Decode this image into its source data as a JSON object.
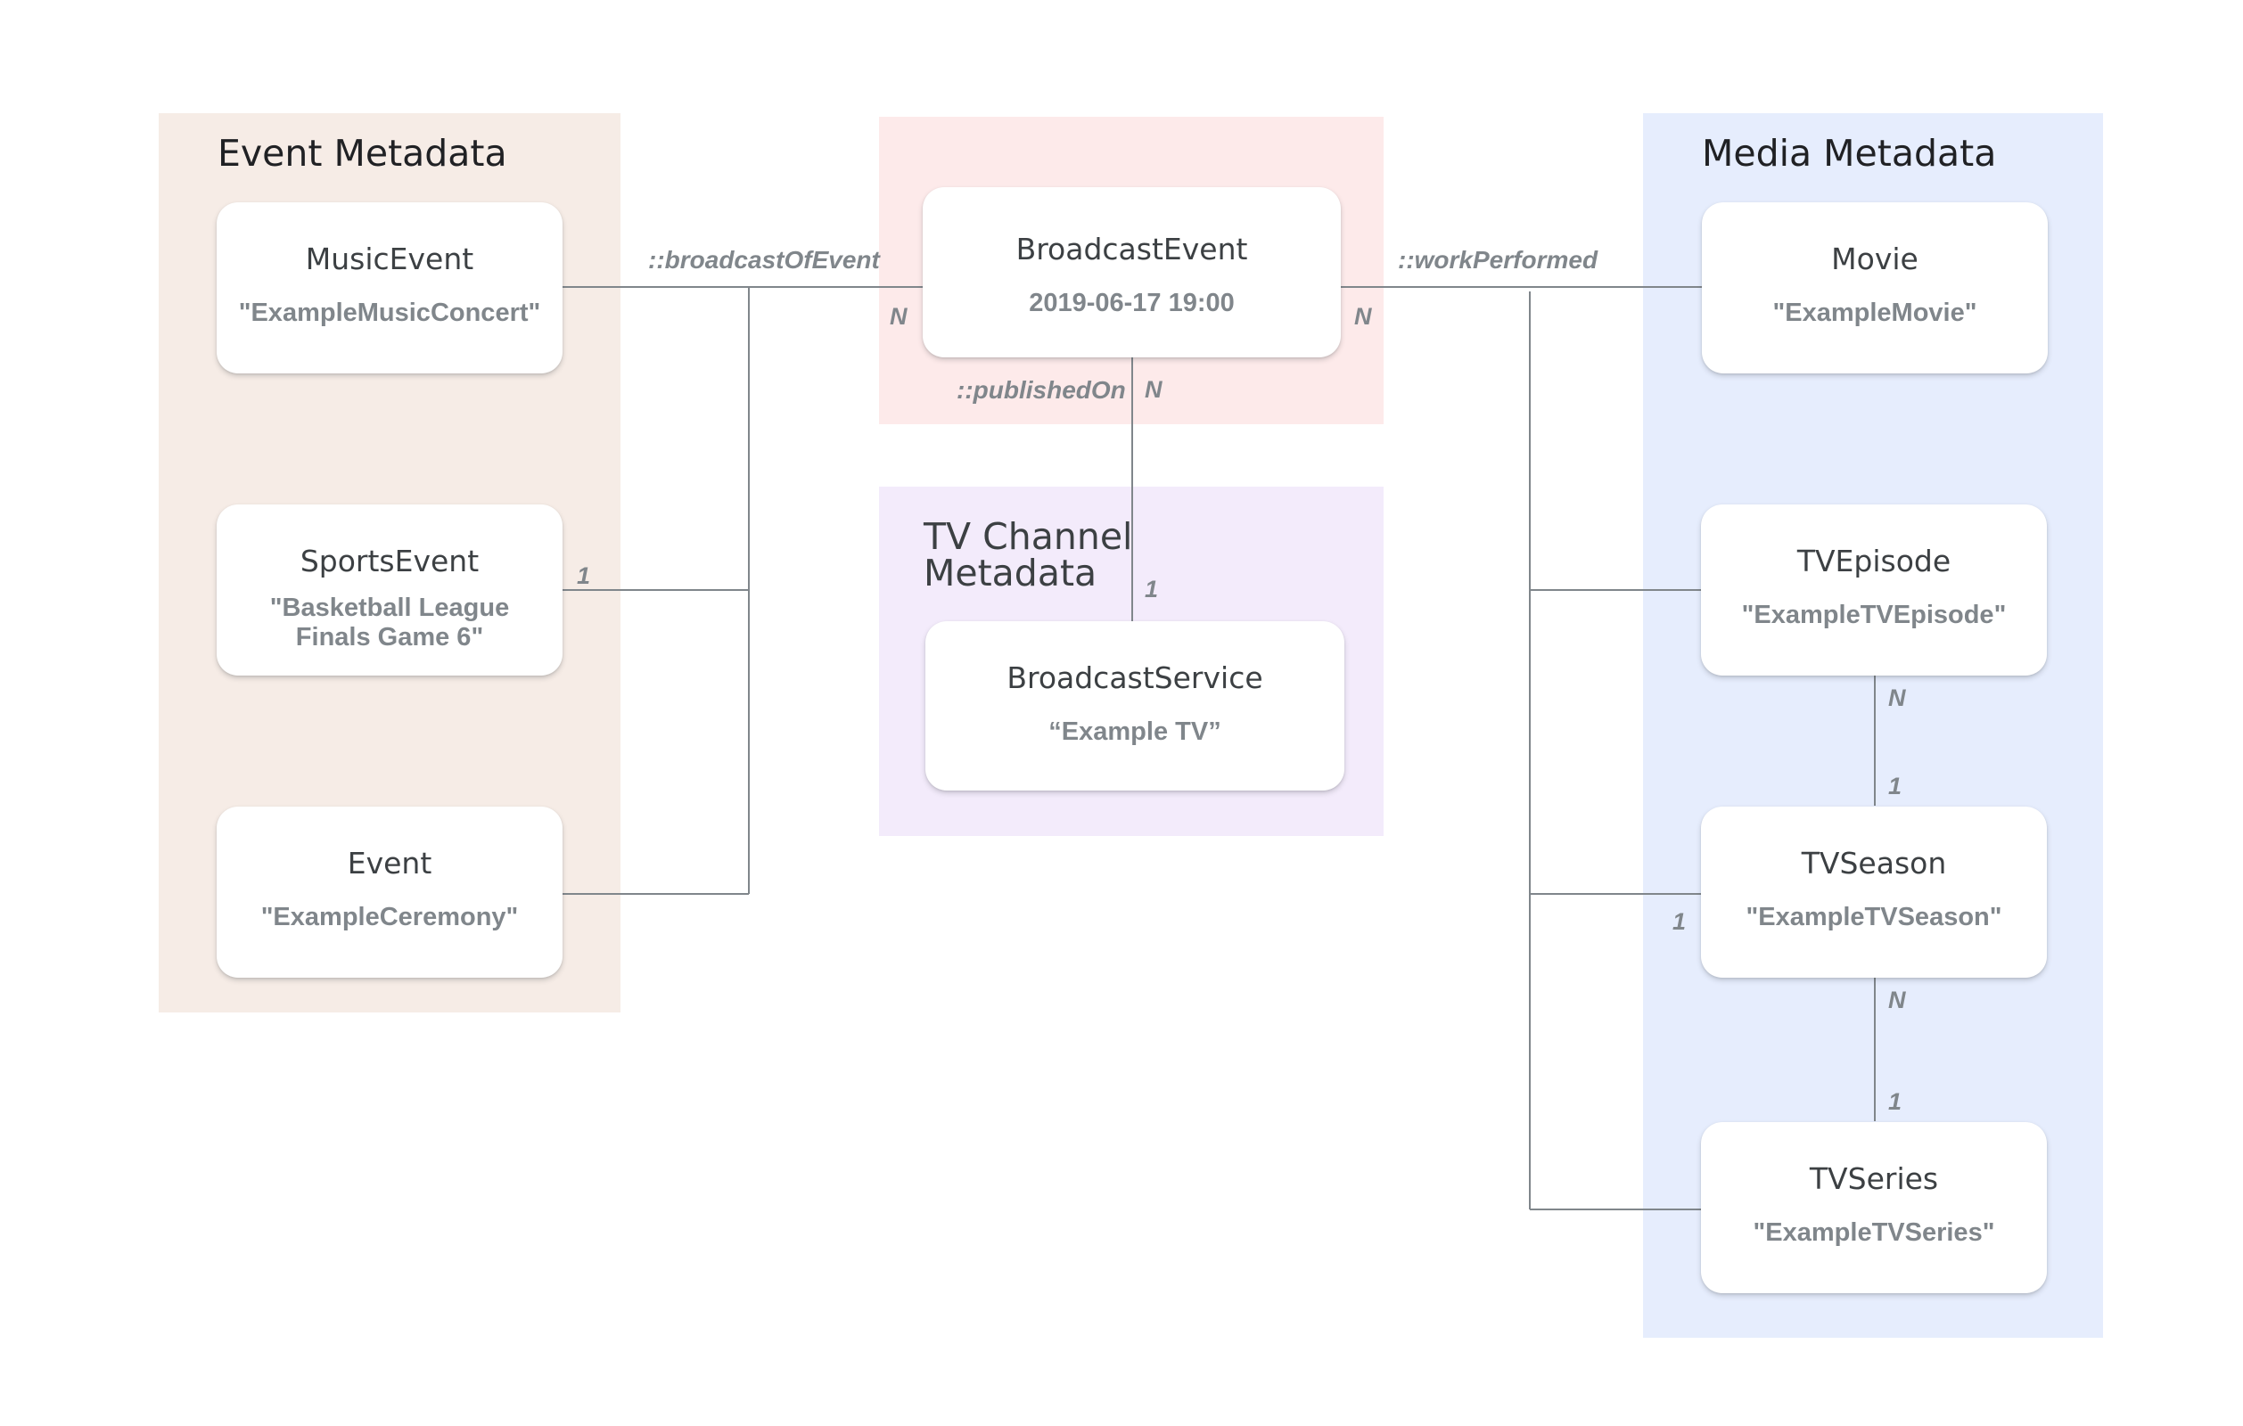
{
  "colors": {
    "event_region": "#f6ece6",
    "broadcast_region": "#fdeaea",
    "tv_channel_region": "#f3ebfb",
    "media_region": "#e6edfd",
    "connector": "#80868b",
    "node_title": "#3c4043",
    "node_value": "#80868b"
  },
  "regions": {
    "event": {
      "title": "Event Metadata"
    },
    "tv_channel": {
      "title_line1": "TV Channel",
      "title_line2": "Metadata"
    },
    "media": {
      "title": "Media Metadata"
    }
  },
  "nodes": {
    "music_event": {
      "type": "MusicEvent",
      "value": "\"ExampleMusicConcert\""
    },
    "sports_event": {
      "type": "SportsEvent",
      "value": "\"Basketball League Finals Game 6\""
    },
    "event": {
      "type": "Event",
      "value": "\"ExampleCeremony\""
    },
    "broadcast_event": {
      "type": "BroadcastEvent",
      "value": "2019-06-17 19:00"
    },
    "broadcast_service": {
      "type": "BroadcastService",
      "value": "“Example TV”"
    },
    "movie": {
      "type": "Movie",
      "value": "\"ExampleMovie\""
    },
    "tv_episode": {
      "type": "TVEpisode",
      "value": "\"ExampleTVEpisode\""
    },
    "tv_season": {
      "type": "TVSeason",
      "value": "\"ExampleTVSeason\""
    },
    "tv_series": {
      "type": "TVSeries",
      "value": "\"ExampleTVSeries\""
    }
  },
  "edges": {
    "broadcast_of_event": {
      "label": "::broadcastOfEvent",
      "source_card": "1",
      "target_card": "N"
    },
    "work_performed": {
      "label": "::workPerformed",
      "source_card": "N",
      "target_card": "1"
    },
    "published_on": {
      "label": "::publishedOn",
      "source_card": "N",
      "target_card": "1"
    },
    "episode_season": {
      "top_card": "N",
      "bottom_card": "1"
    },
    "season_series": {
      "top_card": "N",
      "bottom_card": "1"
    }
  }
}
